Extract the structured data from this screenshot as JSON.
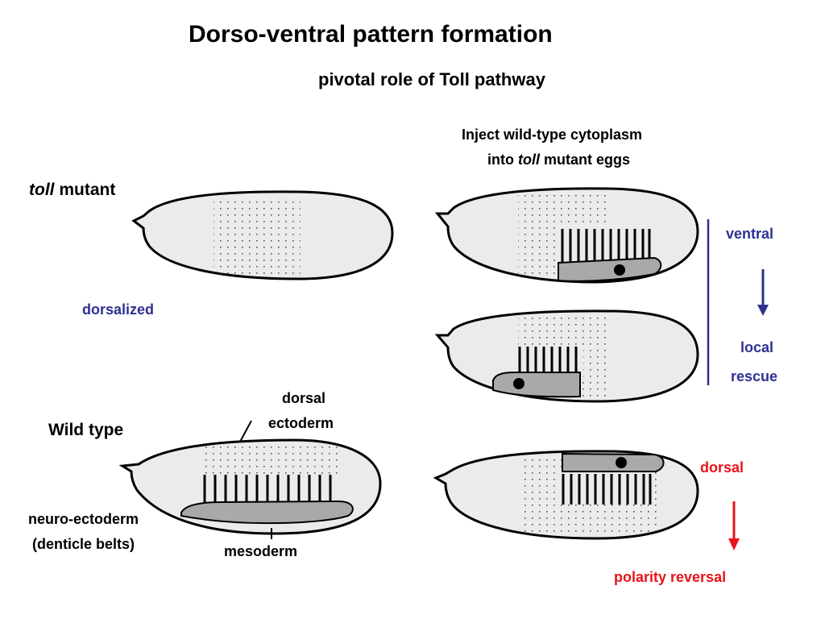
{
  "title": "Dorso-ventral pattern formation",
  "subtitle": "pivotal role of Toll pathway",
  "inject": {
    "line1": "Inject wild-type cytoplasm",
    "line2_pre": "into ",
    "line2_italic": "toll",
    "line2_post": " mutant eggs"
  },
  "toll_mutant": {
    "italic": "toll",
    "rest": " mutant"
  },
  "dorsalized": "dorsalized",
  "wild_type": "Wild type",
  "dorsal_ectoderm": {
    "line1": "dorsal",
    "line2": "ectoderm"
  },
  "neuro_ectoderm": {
    "line1": "neuro-ectoderm",
    "line2": "(denticle belts)"
  },
  "mesoderm": "mesoderm",
  "ventral": "ventral",
  "local_rescue": {
    "line1": "local",
    "line2": "rescue"
  },
  "dorsal": "dorsal",
  "polarity_reversal": "polarity reversal",
  "colors": {
    "blue": "#2e3192",
    "red": "#e8141b",
    "egg_fill": "#ebebeb",
    "mesoderm_fill": "#a9a9a9"
  }
}
